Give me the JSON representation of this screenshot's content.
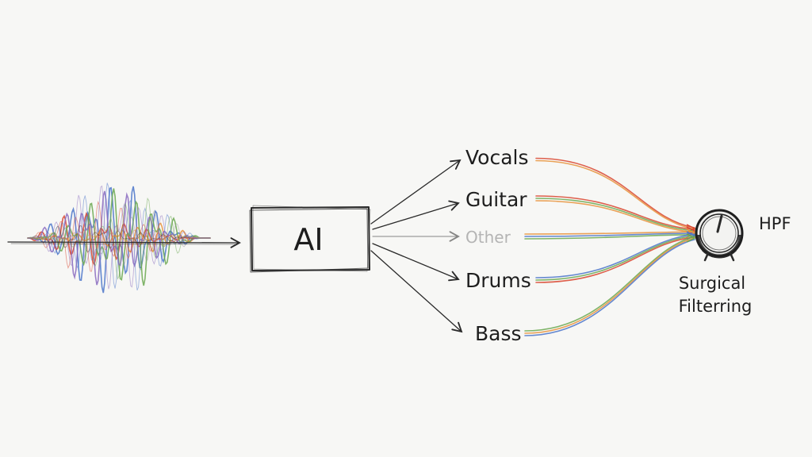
{
  "colors": {
    "ink": "#2a2a2a",
    "red": "#d9452e",
    "orange": "#e8923a",
    "blue": "#4a74c9",
    "green": "#6aa84f",
    "purple": "#8a6bbf",
    "faint": "#b4b4b4"
  },
  "diagram": {
    "input_label": "",
    "model_label": "AI",
    "stems": [
      {
        "label": "Vocals",
        "colors": [
          "#d9452e",
          "#e8923a"
        ]
      },
      {
        "label": "Guitar",
        "colors": [
          "#d9452e",
          "#6aa84f",
          "#e8923a"
        ]
      },
      {
        "label": "Other",
        "colors": [
          "#e8923a",
          "#4a74c9",
          "#6aa84f"
        ]
      },
      {
        "label": "Drums",
        "colors": [
          "#4a74c9",
          "#6aa84f",
          "#d9452e"
        ]
      },
      {
        "label": "Bass",
        "colors": [
          "#6aa84f",
          "#e8923a",
          "#4a74c9"
        ]
      }
    ],
    "filter": {
      "label": "HPF",
      "caption_line1": "Surgical",
      "caption_line2": "Filterring",
      "icon": "knob-icon"
    }
  }
}
